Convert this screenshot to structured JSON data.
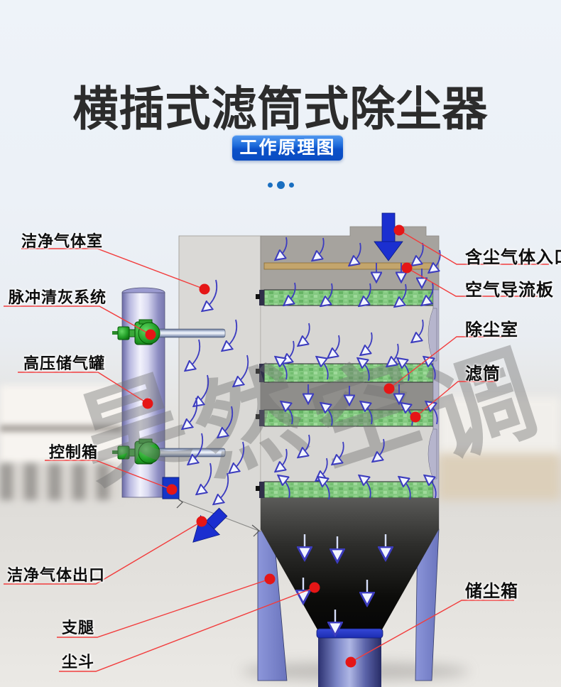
{
  "header": {
    "title": "横插式滤筒式除尘器",
    "badge": "工作原理图"
  },
  "watermark": "昊然空调",
  "labels": {
    "clean_gas_chamber": "洁净气体室",
    "pulse_cleaning_system": "脉冲清灰系统",
    "high_pressure_tank": "高压储气罐",
    "control_box": "控制箱",
    "clean_gas_outlet": "洁净气体出口",
    "support_leg": "支腿",
    "dust_hopper": "尘斗",
    "dusty_gas_inlet": "含尘气体入口",
    "air_deflector": "空气导流板",
    "dust_chamber": "除尘室",
    "filter_cartridge": "滤筒",
    "dust_storage_box": "储尘箱"
  },
  "colors": {
    "accent_blue": "#0b51c9",
    "leader_red": "#f23c3c",
    "filter_green": "#84c981",
    "arrow_blue": "#1b2fd0"
  }
}
